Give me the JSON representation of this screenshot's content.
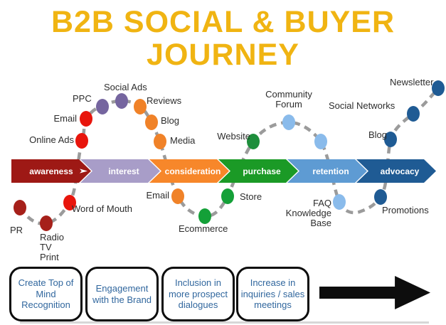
{
  "title": {
    "line1": "B2B SOCIAL & BUYER",
    "line2": "JOURNEY",
    "color": "#F0B412"
  },
  "stages": [
    {
      "label": "awareness",
      "color": "#9E1915"
    },
    {
      "label": "interest",
      "color": "#A89DC8"
    },
    {
      "label": "consideration",
      "color": "#F7872A"
    },
    {
      "label": "purchase",
      "color": "#1B9A26"
    },
    {
      "label": "retention",
      "color": "#5E9BD3"
    },
    {
      "label": "advocacy",
      "color": "#1F5B94"
    }
  ],
  "journey_line": {
    "color": "#9B9B9B"
  },
  "touchpoints": [
    {
      "label": "PR",
      "color": "#A6201A"
    },
    {
      "label": "Radio\nTV\nPrint",
      "color": "#A6201A"
    },
    {
      "label": "Word of Mouth",
      "color": "#E8150C"
    },
    {
      "label": "Online Ads",
      "color": "#E8150C"
    },
    {
      "label": "Email",
      "color": "#E8150C"
    },
    {
      "label": "PPC",
      "color": "#75659F"
    },
    {
      "label": "Social Ads",
      "color": "#75659F"
    },
    {
      "label": "Reviews",
      "color": "#F08228"
    },
    {
      "label": "Blog",
      "color": "#F08228"
    },
    {
      "label": "Media",
      "color": "#F08228"
    },
    {
      "label": "Email",
      "color": "#F08228"
    },
    {
      "label": "Ecommerce",
      "color": "#14A038"
    },
    {
      "label": "Store",
      "color": "#14A038"
    },
    {
      "label": "Website",
      "color": "#1E8E3C"
    },
    {
      "label": "Community\nForum",
      "color": "#8ABBEB"
    },
    {
      "label": "",
      "color": "#8ABBEB"
    },
    {
      "label": "FAQ\nKnowledge Base",
      "color": "#8ABBEB"
    },
    {
      "label": "Promotions",
      "color": "#1F5B94"
    },
    {
      "label": "Blog",
      "color": "#1F5B94"
    },
    {
      "label": "Social Networks",
      "color": "#1F5B94"
    },
    {
      "label": "Newsletter",
      "color": "#1F5B94"
    }
  ],
  "outcomes": [
    {
      "label": "Create Top of Mind Recognition"
    },
    {
      "label": "Engagement with the Brand"
    },
    {
      "label": "Inclusion in more prospect dialogues"
    },
    {
      "label": "Increase in inquiries / sales meetings"
    }
  ],
  "next_arrow": {
    "color": "#0D0D0D"
  }
}
